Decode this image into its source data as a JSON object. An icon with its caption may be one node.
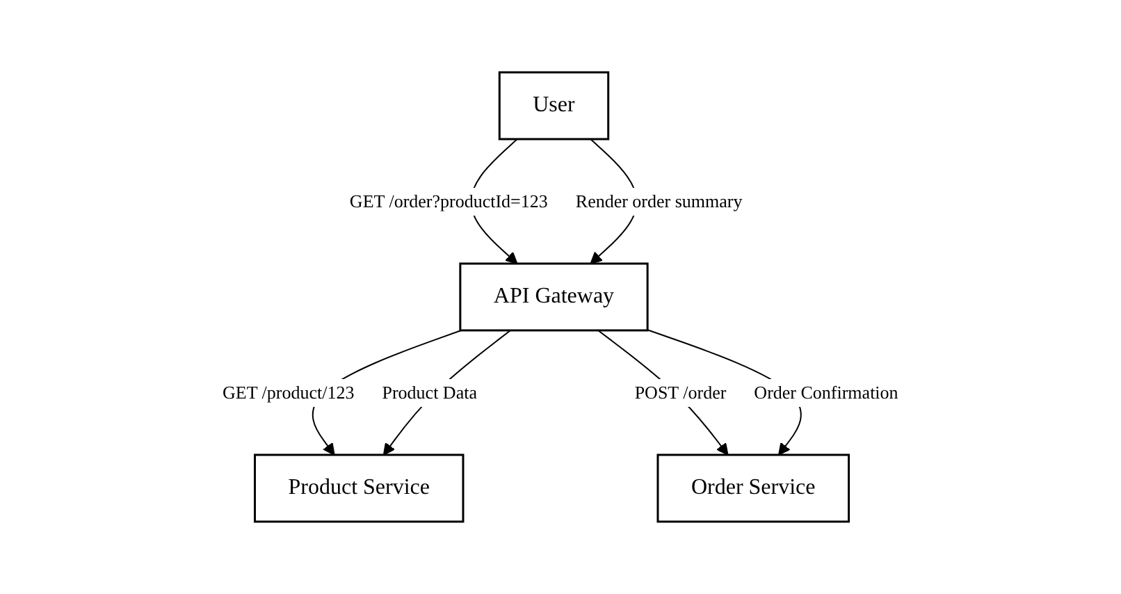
{
  "diagram": {
    "nodes": [
      {
        "text": [
          "User"
        ]
      },
      {
        "text": [
          "API Gateway"
        ]
      },
      {
        "text": [
          "Product Service"
        ]
      },
      {
        "text": [
          "Order Service"
        ]
      }
    ],
    "edges": [
      {
        "from": 0,
        "to": 1,
        "arrow": "to",
        "label": "GET /order?productId=123"
      },
      {
        "from": 0,
        "to": 1,
        "arrow": "to",
        "label": "Render order summary"
      },
      {
        "from": 1,
        "to": 2,
        "arrow": "to",
        "label": "GET /product/123"
      },
      {
        "from": 1,
        "to": 2,
        "arrow": "to",
        "label": "Product Data"
      },
      {
        "from": 1,
        "to": 3,
        "arrow": "to",
        "label": "POST /order"
      },
      {
        "from": 1,
        "to": 3,
        "arrow": "to",
        "label": "Order Confirmation"
      }
    ]
  }
}
